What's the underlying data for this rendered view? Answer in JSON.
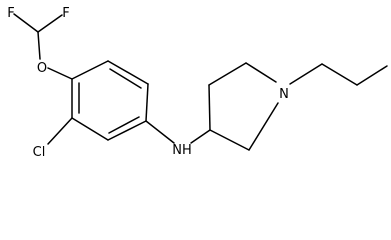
{
  "molecule": {
    "atoms": {
      "fluorine_1": "F",
      "fluorine_2": "F",
      "oxygen": "O",
      "chlorine": "Cl",
      "amine": "NH",
      "piperidine_nitrogen": "N"
    }
  }
}
